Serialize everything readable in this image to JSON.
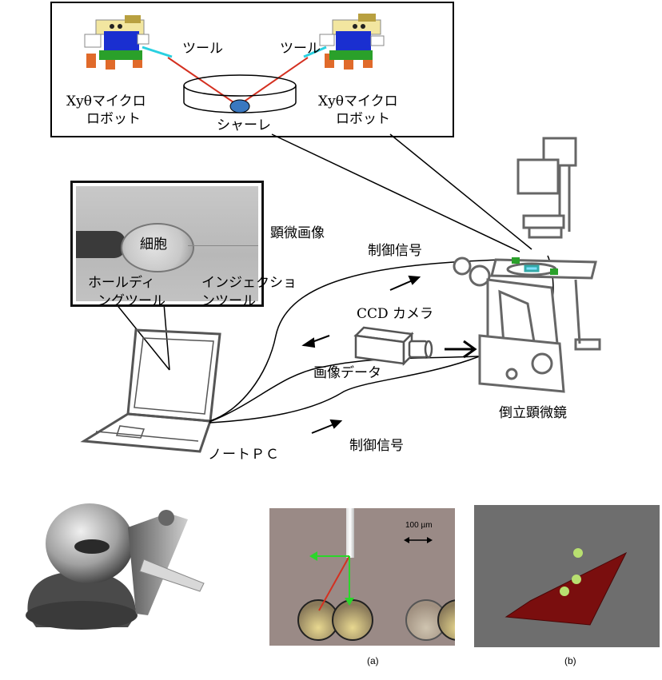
{
  "top_panel": {
    "tool_left": "ツール",
    "tool_right": "ツール",
    "robot_left_line1": "Xyθマイクロ",
    "robot_left_line2": "ロボット",
    "robot_right_line1": "Xyθマイクロ",
    "robot_right_line2": "ロボット",
    "dish": "シャーレ"
  },
  "microscope_image": {
    "caption": "顕微画像",
    "cell": "細胞",
    "holding_line1": "ホールディ",
    "holding_line2": "ングツール",
    "injection_line1": "インジェクショ",
    "injection_line2": "ンツール"
  },
  "signals": {
    "control_upper": "制御信号",
    "camera": "CCD カメラ",
    "image_data": "画像データ",
    "control_lower": "制御信号"
  },
  "devices": {
    "microscope": "倒立顕微鏡",
    "laptop": "ノートＰＣ"
  },
  "panel_a": {
    "scale": "100 µm",
    "caption": "(a)"
  },
  "panel_b": {
    "caption": "(b)"
  },
  "colors": {
    "tool_line": "#d43020",
    "robot_blue": "#1a2fd0",
    "robot_green": "#2aa02a",
    "robot_orange": "#e06a2a",
    "micro_bg": "#9a8a86",
    "arrow_green": "#2bd62b",
    "sim_bg": "#6e6e6e",
    "plate_red": "#7a0e0e",
    "sphere_green": "#b8e070"
  }
}
